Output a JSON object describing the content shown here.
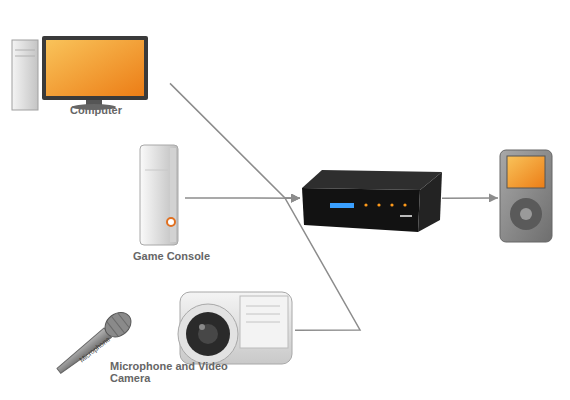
{
  "diagram": {
    "nodes": [
      {
        "text": [
          "Computer"
        ]
      },
      {
        "text": [
          "Game Console"
        ]
      },
      {
        "text": [
          "Microphone and Video Camera"
        ]
      },
      {
        "text": []
      },
      {
        "text": []
      }
    ],
    "edges": [
      {
        "from": 0,
        "to": 3,
        "arrow": "to"
      },
      {
        "from": 1,
        "to": 3,
        "arrow": "to"
      },
      {
        "from": 2,
        "to": 3,
        "arrow": "to"
      },
      {
        "from": 3,
        "to": 4,
        "arrow": "to"
      }
    ],
    "labels": [
      "Microphone"
    ]
  }
}
